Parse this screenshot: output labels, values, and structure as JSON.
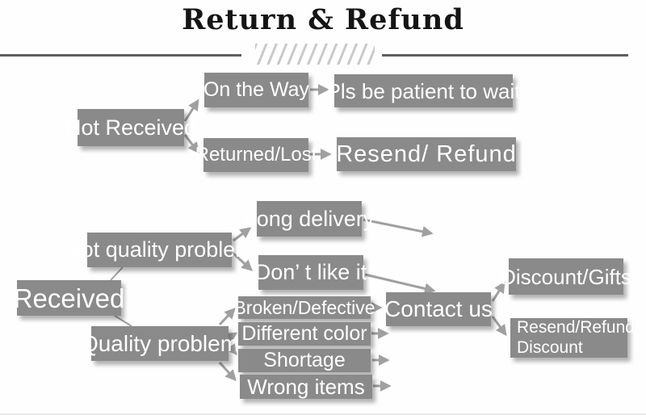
{
  "title": "Return & Refund",
  "colors": {
    "box_fill": "#8a8a8a",
    "box_text": "#ffffff",
    "arrow": "#a0a0a0",
    "title_text": "#151515",
    "rule": "#5e5e5e",
    "hatch": "#c9c9c9",
    "background": "#fefefe"
  },
  "nodes": {
    "not_received": {
      "label": "Not Received"
    },
    "on_the_way": {
      "label": "On the Way"
    },
    "pls_wait": {
      "label": "Pls be patient to wait"
    },
    "returned_lost": {
      "label": "Returned/Lost"
    },
    "resend_refund": {
      "label": "Resend/ Refund"
    },
    "received": {
      "label": "Received"
    },
    "not_quality": {
      "label": "Not quality problem"
    },
    "quality": {
      "label": "Quality problem"
    },
    "long_delivery": {
      "label": "Long delivery"
    },
    "dont_like": {
      "label": "Don’ t like it"
    },
    "broken": {
      "label": "Broken/Defective"
    },
    "different_color": {
      "label": "Different color"
    },
    "shortage": {
      "label": "Shortage"
    },
    "wrong_items": {
      "label": "Wrong items"
    },
    "contact_us": {
      "label": "Contact us"
    },
    "discount_gifts": {
      "label": "Discount/Gifts"
    },
    "resend_refund_discount": {
      "line1": "Resend/Refund/",
      "line2": "Discount"
    }
  }
}
